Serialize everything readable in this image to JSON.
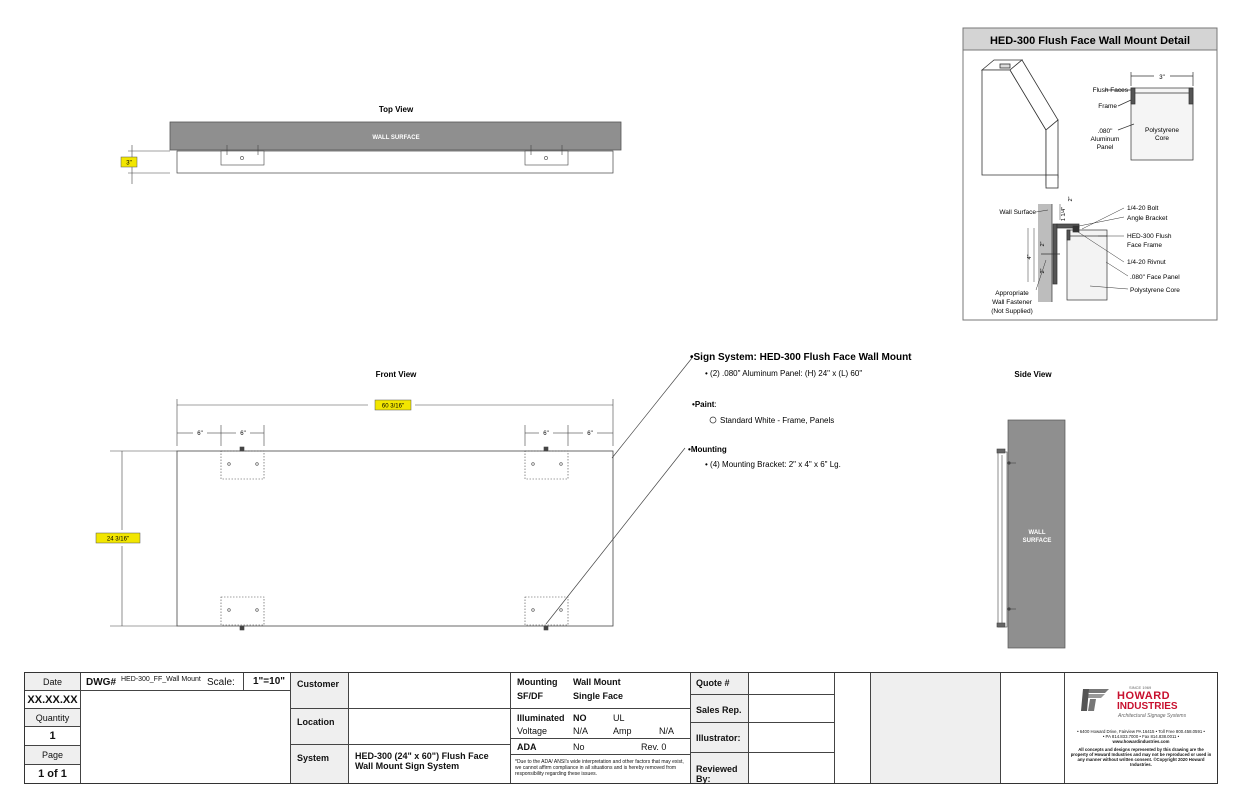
{
  "drawing": {
    "top_view_title": "Top View",
    "front_view_title": "Front View",
    "side_view_title": "Side View",
    "wall_surface": "WALL SURFACE",
    "wall_surface_side_line1": "WALL",
    "wall_surface_side_line2": "SURFACE",
    "dim_depth": "3\"",
    "dim_length": "60 3/16\"",
    "dim_height": "24 3/16\"",
    "dim_6": "6\""
  },
  "detail": {
    "title": "HED-300 Flush Face Wall Mount Detail",
    "dim_3": "3\"",
    "flush_faces": "Flush Faces",
    "frame": "Frame",
    "aluminum_1": ".080\"",
    "aluminum_2": "Aluminum",
    "aluminum_3": "Panel",
    "poly_1": "Polystyrene",
    "poly_2": "Core",
    "wall_surface": "Wall Surface",
    "bolt": "1/4-20 Bolt",
    "angle_bracket": "Angle Bracket",
    "hed_frame_1": "HED-300 Flush",
    "hed_frame_2": "Face Frame",
    "rivnut": "1/4-20 Rivnut",
    "face_panel": ".080\" Face Panel",
    "poly_core": "Polystyrene Core",
    "fastener_1": "Appropriate",
    "fastener_2": "Wall Fastener",
    "fastener_3": "(Not Supplied)",
    "dim_1_1_4": "1 1/4\"",
    "dim_2a": "2\"",
    "dim_2b": "2\"",
    "dim_2c": "2\"",
    "dim_4": "4\""
  },
  "notes": {
    "sign_system": "Sign System: HED-300 Flush Face Wall Mount",
    "sign_system_item": "(2) .080\" Aluminum Panel: (H) 24\" x (L) 60\"",
    "paint": "Paint",
    "paint_colon": ":",
    "paint_item": "Standard White - Frame, Panels",
    "mounting": "Mounting",
    "mounting_item": "(4) Mounting Bracket: 2\" x 4\" x 6\" Lg."
  },
  "titleblock": {
    "date_label": "Date",
    "date_value": "XX.XX.XX",
    "quantity_label": "Quantity",
    "quantity_value": "1",
    "page_label": "Page",
    "page_value": "1 of 1",
    "dwg_label": "DWG#",
    "dwg_value": "HED-300_FF_Wall Mount",
    "scale_label": "Scale:",
    "scale_value": "1\"=10\"",
    "customer_label": "Customer",
    "location_label": "Location",
    "system_label": "System",
    "system_value": "HED-300 (24\" x 60\") Flush Face Wall Mount Sign System",
    "mounting_label": "Mounting",
    "mounting_value": "Wall Mount",
    "sfdf_label": "SF/DF",
    "sfdf_value": "Single Face",
    "illuminated_label": "Illuminated",
    "illuminated_value": "NO",
    "ul_label": "UL",
    "voltage_label": "Voltage",
    "voltage_value": "N/A",
    "amp_label": "Amp",
    "amp_value": "N/A",
    "ada_label": "ADA",
    "ada_value": "No",
    "rev": "Rev. 0",
    "disclaimer": "*Due to the ADA/ ANSI's wide interpretation and other factors that may exist, we cannot affirm compliance in all situations and is hereby removed from responsibility regarding these issues.",
    "quote_label": "Quote #",
    "sales_label": "Sales Rep.",
    "illustrator_label": "Illustrator:",
    "reviewed_label": "Reviewed By:",
    "logo_small": "SINCE 1969",
    "logo_line1": "HOWARD",
    "logo_line2": "INDUSTRIES",
    "logo_tag": "Architectural Signage Systems",
    "address_1": "• 6400 Howard Drive, Fairview PA 16415 • Toll Free 800.458.0591 •",
    "address_2": "• PA 814.833.7000 • Fax 814.838.0011 •",
    "address_3": "www.howardindustries.com",
    "copyright": "All concepts and designs represented by this drawing are the property of Howard Industries and may not be reproduced or used in any manner without written consent. ©Copyright 2020 Howard Industries."
  },
  "colors": {
    "wall": "#8f8f8f",
    "dim_badge": "#f2e600",
    "brand_red": "#c8102e"
  }
}
